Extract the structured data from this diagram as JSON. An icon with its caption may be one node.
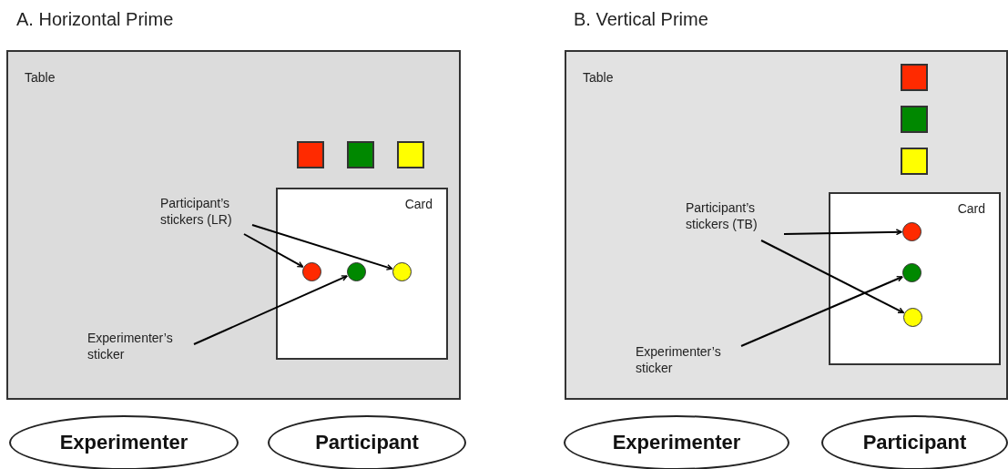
{
  "diagram": {
    "nodes": [
      {
        "text": [
          "Table"
        ]
      },
      {
        "text": [],
        "shape": "box",
        "in": 0
      },
      {
        "text": [],
        "shape": "box",
        "in": 0
      },
      {
        "text": [],
        "shape": "box",
        "in": 0
      },
      {
        "text": [
          "Card"
        ],
        "in": 0
      },
      {
        "text": [],
        "shape": "circle",
        "in": 4
      },
      {
        "text": [],
        "shape": "circle",
        "in": 4
      },
      {
        "text": [],
        "shape": "circle",
        "in": 4
      },
      {
        "text": [
          "Participant’s stickers (LR)"
        ],
        "in": 0
      },
      {
        "text": [
          "Experimenter’s sticker"
        ],
        "in": 0
      },
      {
        "text": [
          "Experimenter"
        ]
      },
      {
        "text": [
          "Participant"
        ]
      },
      {
        "text": [
          "Table"
        ]
      },
      {
        "text": [],
        "shape": "box",
        "in": 12
      },
      {
        "text": [],
        "shape": "box",
        "in": 12
      },
      {
        "text": [],
        "shape": "box",
        "in": 12
      },
      {
        "text": [
          "Card"
        ],
        "in": 12
      },
      {
        "text": [],
        "shape": "circle",
        "in": 16
      },
      {
        "text": [],
        "shape": "circle",
        "in": 16
      },
      {
        "text": [],
        "shape": "circle",
        "in": 16
      },
      {
        "text": [
          "Participant’s stickers (TB)"
        ],
        "in": 12
      },
      {
        "text": [
          "Experimenter’s sticker"
        ],
        "in": 12
      },
      {
        "text": [
          "Experimenter"
        ]
      },
      {
        "text": [
          "Participant"
        ]
      }
    ],
    "edges": [
      {
        "from": 8,
        "to": 5,
        "arrow": "to"
      },
      {
        "from": 8,
        "to": 7,
        "arrow": "to"
      },
      {
        "from": 9,
        "to": 6,
        "arrow": "to"
      },
      {
        "from": 20,
        "to": 17,
        "arrow": "to"
      },
      {
        "from": 20,
        "to": 19,
        "arrow": "to"
      },
      {
        "from": 21,
        "to": 18,
        "arrow": "to"
      }
    ],
    "labels": [
      "A. Horizontal Prime",
      "B. Vertical Prime"
    ]
  }
}
